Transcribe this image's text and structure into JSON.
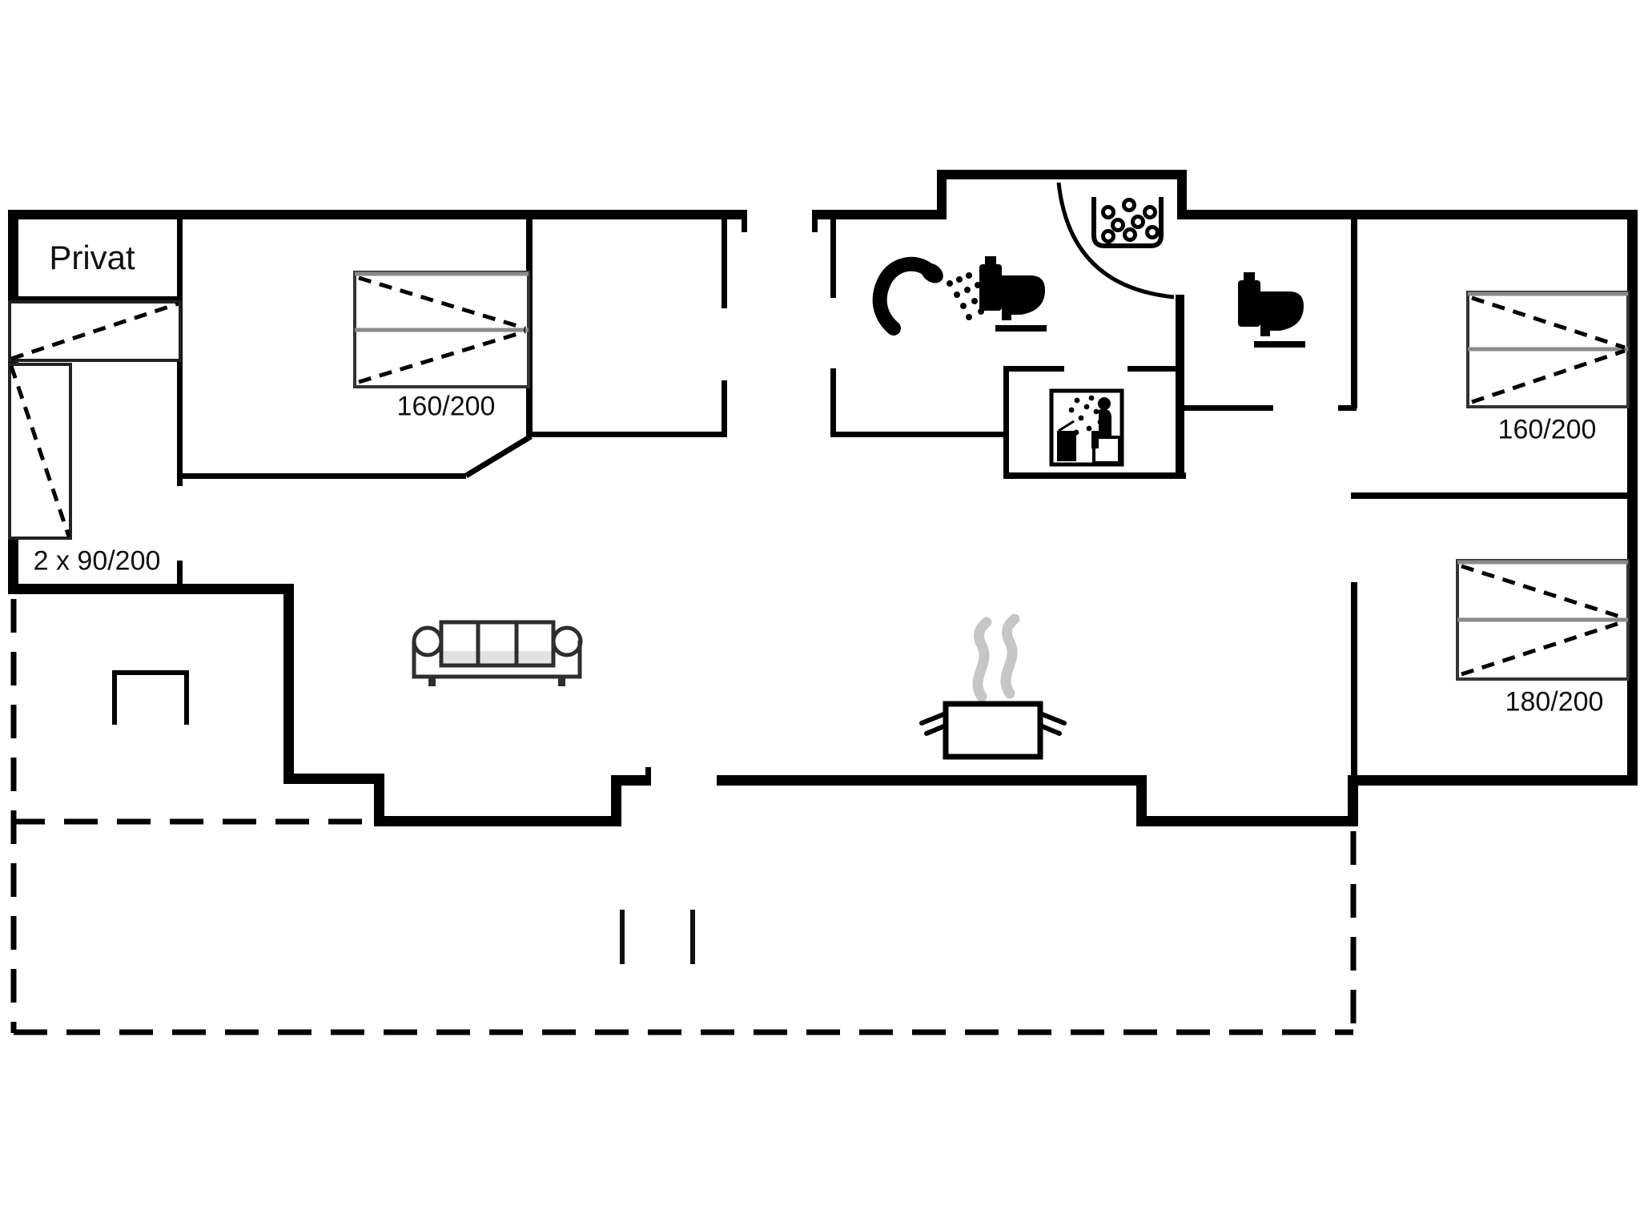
{
  "floorplan": {
    "type": "holiday-house-floor-plan",
    "labels": {
      "private": "Privat",
      "left_double_bed": "160/200",
      "left_single_beds": "2 x 90/200",
      "right_top_bed": "160/200",
      "right_bottom_bed": "180/200"
    },
    "icons": {
      "bathroom_shower": "shower-icon",
      "bathroom_toilet": "toilet-icon",
      "bathroom_whirlpool": "whirlpool-icon",
      "sauna": "sauna-icon",
      "second_toilet": "toilet-icon",
      "living_room_sofa": "sofa-icon",
      "kitchen_pot": "cooking-pot-icon"
    },
    "colors": {
      "background": "#ffffff",
      "wall": "#000000",
      "furniture-line": "#2e2e2e",
      "bed-gray-line": "#8a8a8a",
      "steam": "#c6c6c6",
      "sofa-seat": "#e3e3e3"
    }
  }
}
